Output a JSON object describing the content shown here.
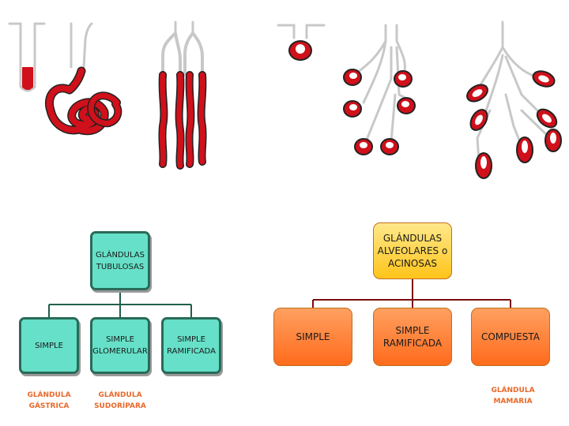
{
  "colors": {
    "secretory": "#d0101a",
    "duct": "#c8c8c8",
    "tubular_box": "#66e0c8",
    "tubular_border": "#2a6a58",
    "alveolar_top": "#ffd33a",
    "alveolar_low": "#ff7a2a",
    "connector_teal": "#1f5f4c",
    "connector_red": "#7a0d0d",
    "caption": "#e8692a"
  },
  "tubulosas": {
    "root": "GLÁNDULAS TUBULOSAS",
    "children": [
      {
        "label": "SIMPLE",
        "caption": "GLÁNDULA GÁSTRICA"
      },
      {
        "label": "SIMPLE GLOMERULAR",
        "caption": "GLÁNDULA SUDORÍPARA"
      },
      {
        "label": "SIMPLE RAMIFICADA",
        "caption": ""
      }
    ]
  },
  "alveolares": {
    "root": "GLÁNDULAS ALVEOLARES o ACINOSAS",
    "children": [
      {
        "label": "SIMPLE",
        "caption": ""
      },
      {
        "label": "SIMPLE RAMIFICADA",
        "caption": ""
      },
      {
        "label": "COMPUESTA",
        "caption": "GLÁNDULA MAMARIA"
      }
    ]
  }
}
